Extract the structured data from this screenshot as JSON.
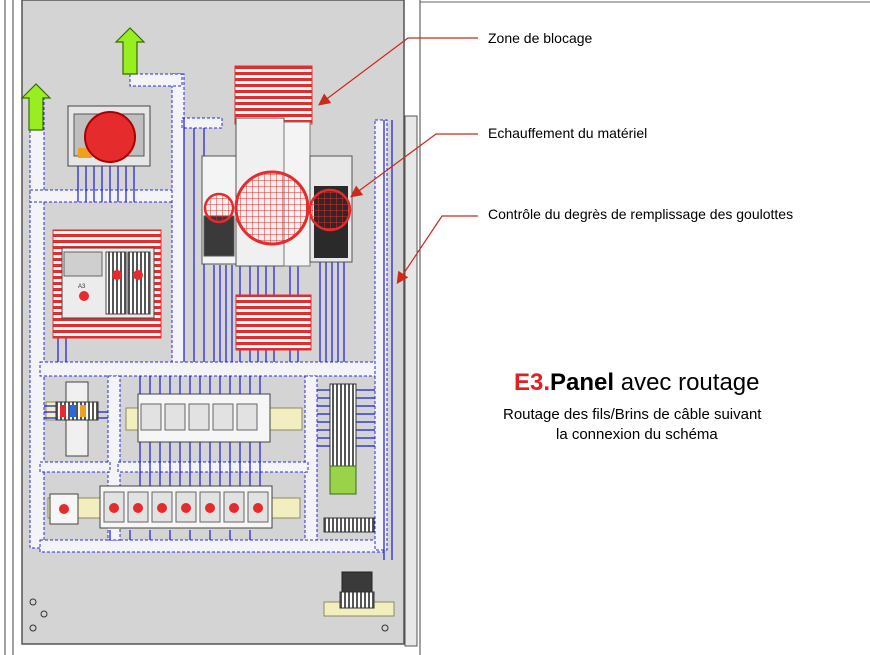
{
  "callouts": {
    "zone": "Zone de blocage",
    "heat": "Echauffement du matériel",
    "fill": "Contrôle du degrès de remplissage des goulottes"
  },
  "title": {
    "code": "E3.",
    "bold": "Panel",
    "rest": " avec routage"
  },
  "subtitle": {
    "line1": "Routage des fils/Brins de câble suivant",
    "line2": "la connexion du schéma"
  },
  "device_labels": {
    "plc_tag": "A3"
  },
  "colors": {
    "hatch_red": "#e52b2b",
    "wire_blue": "#1a1adc",
    "arrow_green": "#99ee22",
    "panel_gray": "#d4d4d4",
    "duct_white": "#f4f4f8",
    "rail_yellow": "#f2eec0",
    "leader_red": "#cc2a1a"
  }
}
